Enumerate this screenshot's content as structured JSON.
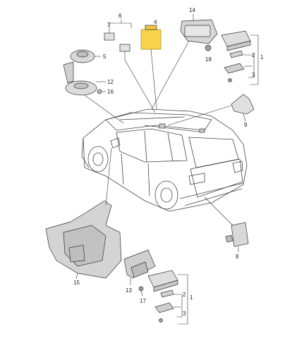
{
  "callouts": {
    "c1": "1",
    "c1b": "1",
    "c2": "2",
    "c2b": "2",
    "c3": "3",
    "c3b": "3",
    "c4": "4",
    "c5": "5",
    "c6": "6",
    "c7": "7",
    "c8": "8",
    "c9": "9",
    "c12": "12",
    "c13": "13",
    "c14": "14",
    "c15": "15",
    "c16": "16",
    "c17": "17",
    "c18": "18"
  },
  "colors": {
    "highlight": "#f7d24a",
    "part_fill": "#d9d9d9",
    "line": "#333333"
  }
}
